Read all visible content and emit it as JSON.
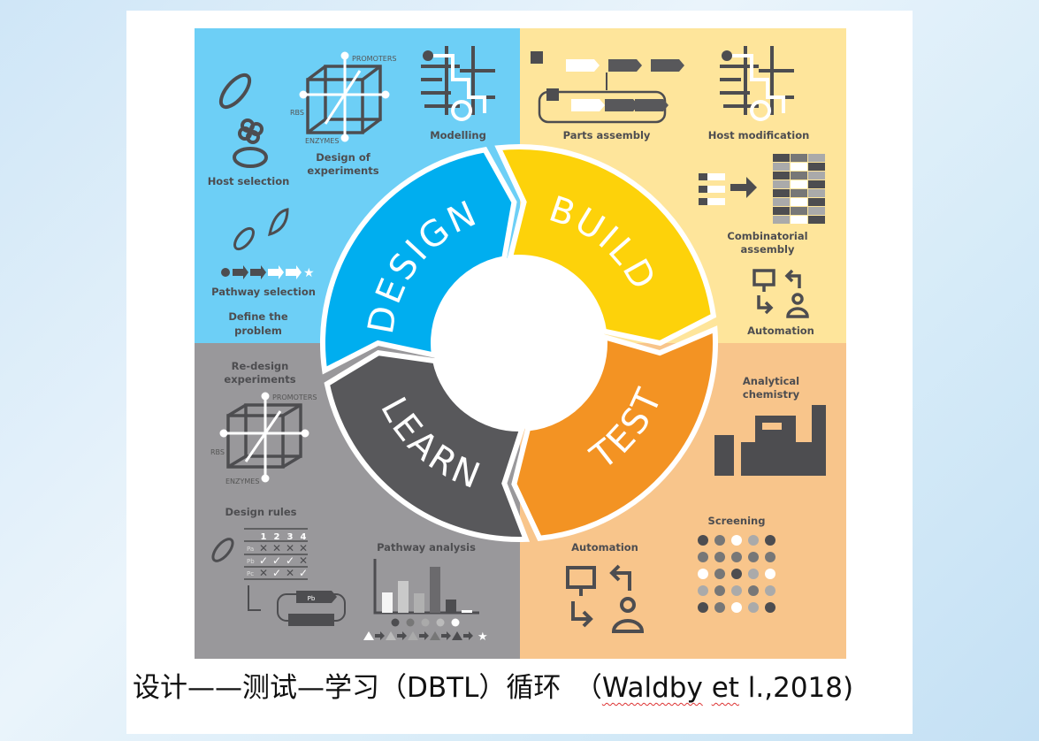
{
  "caption": {
    "main": "设计——测试—学习（DBTL）循环　（",
    "author": "Waldby",
    "etal": "et",
    "rest": " l.,2018)"
  },
  "colors": {
    "design": "#00aeef",
    "build": "#fdd20a",
    "test": "#f39323",
    "learn": "#58585b",
    "design_bg": "#6dcff6",
    "build_bg": "#fee59b",
    "test_bg": "#f8c58b",
    "learn_bg": "#99989b"
  },
  "cycle": {
    "design": "DESIGN",
    "build": "BUILD",
    "test": "TEST",
    "learn": "LEARN"
  },
  "design": {
    "host_selection": "Host selection",
    "doe_1": "Design of",
    "doe_2": "experiments",
    "modelling": "Modelling",
    "pathway_selection": "Pathway selection",
    "define_1": "Define the",
    "define_2": "problem",
    "promoters": "PROMOTERS",
    "rbs": "RBS",
    "enzymes": "ENZYMES"
  },
  "build": {
    "parts_assembly": "Parts assembly",
    "host_modification": "Host modification",
    "combi_1": "Combinatorial",
    "combi_2": "assembly",
    "automation": "Automation"
  },
  "test": {
    "analytical_1": "Analytical",
    "analytical_2": "chemistry",
    "screening": "Screening",
    "automation": "Automation"
  },
  "learn": {
    "redesign_1": "Re-design",
    "redesign_2": "experiments",
    "promoters": "PROMOTERS",
    "rbs": "RBS",
    "enzymes": "ENZYMES",
    "design_rules": "Design rules",
    "cols": [
      "1",
      "2",
      "3",
      "4"
    ],
    "rows": [
      "Pa",
      "Pb",
      "Pc"
    ],
    "plasmid_part": "Pb",
    "pathway_analysis": "Pathway analysis"
  }
}
